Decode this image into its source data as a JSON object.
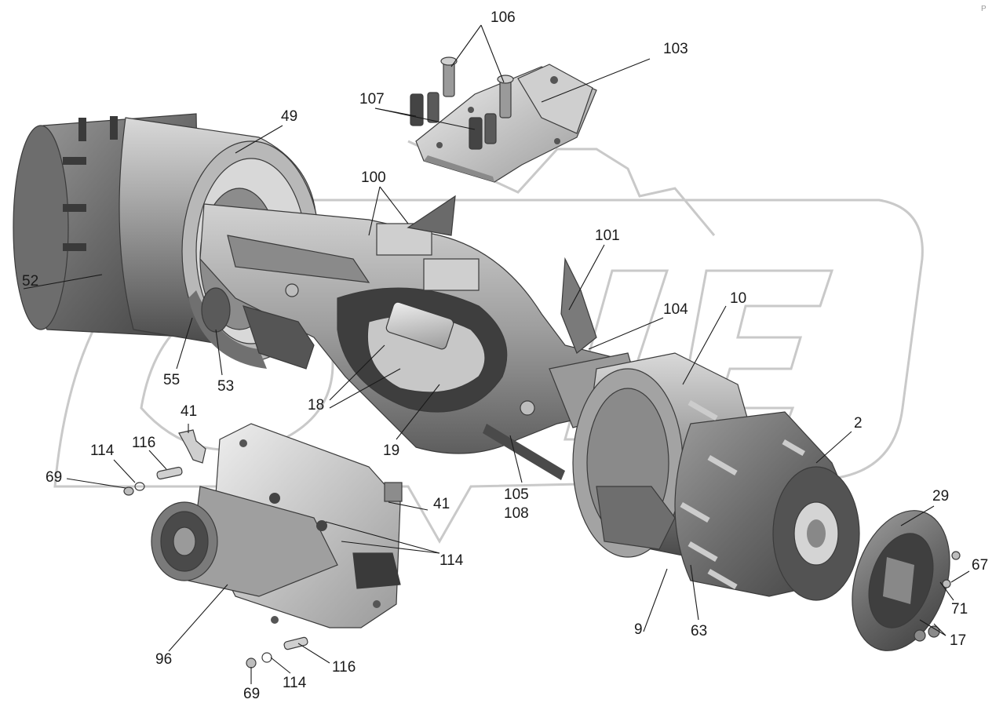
{
  "figure": {
    "watermark_text": "ОРЕХ",
    "corner_mark": "P"
  },
  "callouts": [
    {
      "id": "106",
      "text": "106"
    },
    {
      "id": "103",
      "text": "103"
    },
    {
      "id": "107",
      "text": "107"
    },
    {
      "id": "49",
      "text": "49"
    },
    {
      "id": "100",
      "text": "100"
    },
    {
      "id": "101",
      "text": "101"
    },
    {
      "id": "104",
      "text": "104"
    },
    {
      "id": "10",
      "text": "10"
    },
    {
      "id": "52",
      "text": "52"
    },
    {
      "id": "55",
      "text": "55"
    },
    {
      "id": "53",
      "text": "53"
    },
    {
      "id": "18",
      "text": "18"
    },
    {
      "id": "19",
      "text": "19"
    },
    {
      "id": "2",
      "text": "2"
    },
    {
      "id": "41a",
      "text": "41"
    },
    {
      "id": "116a",
      "text": "116"
    },
    {
      "id": "114a",
      "text": "114"
    },
    {
      "id": "69a",
      "text": "69"
    },
    {
      "id": "41b",
      "text": "41"
    },
    {
      "id": "114b",
      "text": "114"
    },
    {
      "id": "105",
      "text": "105"
    },
    {
      "id": "108",
      "text": "108"
    },
    {
      "id": "29",
      "text": "29"
    },
    {
      "id": "67",
      "text": "67"
    },
    {
      "id": "71",
      "text": "71"
    },
    {
      "id": "17",
      "text": "17"
    },
    {
      "id": "9",
      "text": "9"
    },
    {
      "id": "63",
      "text": "63"
    },
    {
      "id": "96",
      "text": "96"
    },
    {
      "id": "116b",
      "text": "116"
    },
    {
      "id": "114c",
      "text": "114"
    },
    {
      "id": "69b",
      "text": "69"
    }
  ]
}
